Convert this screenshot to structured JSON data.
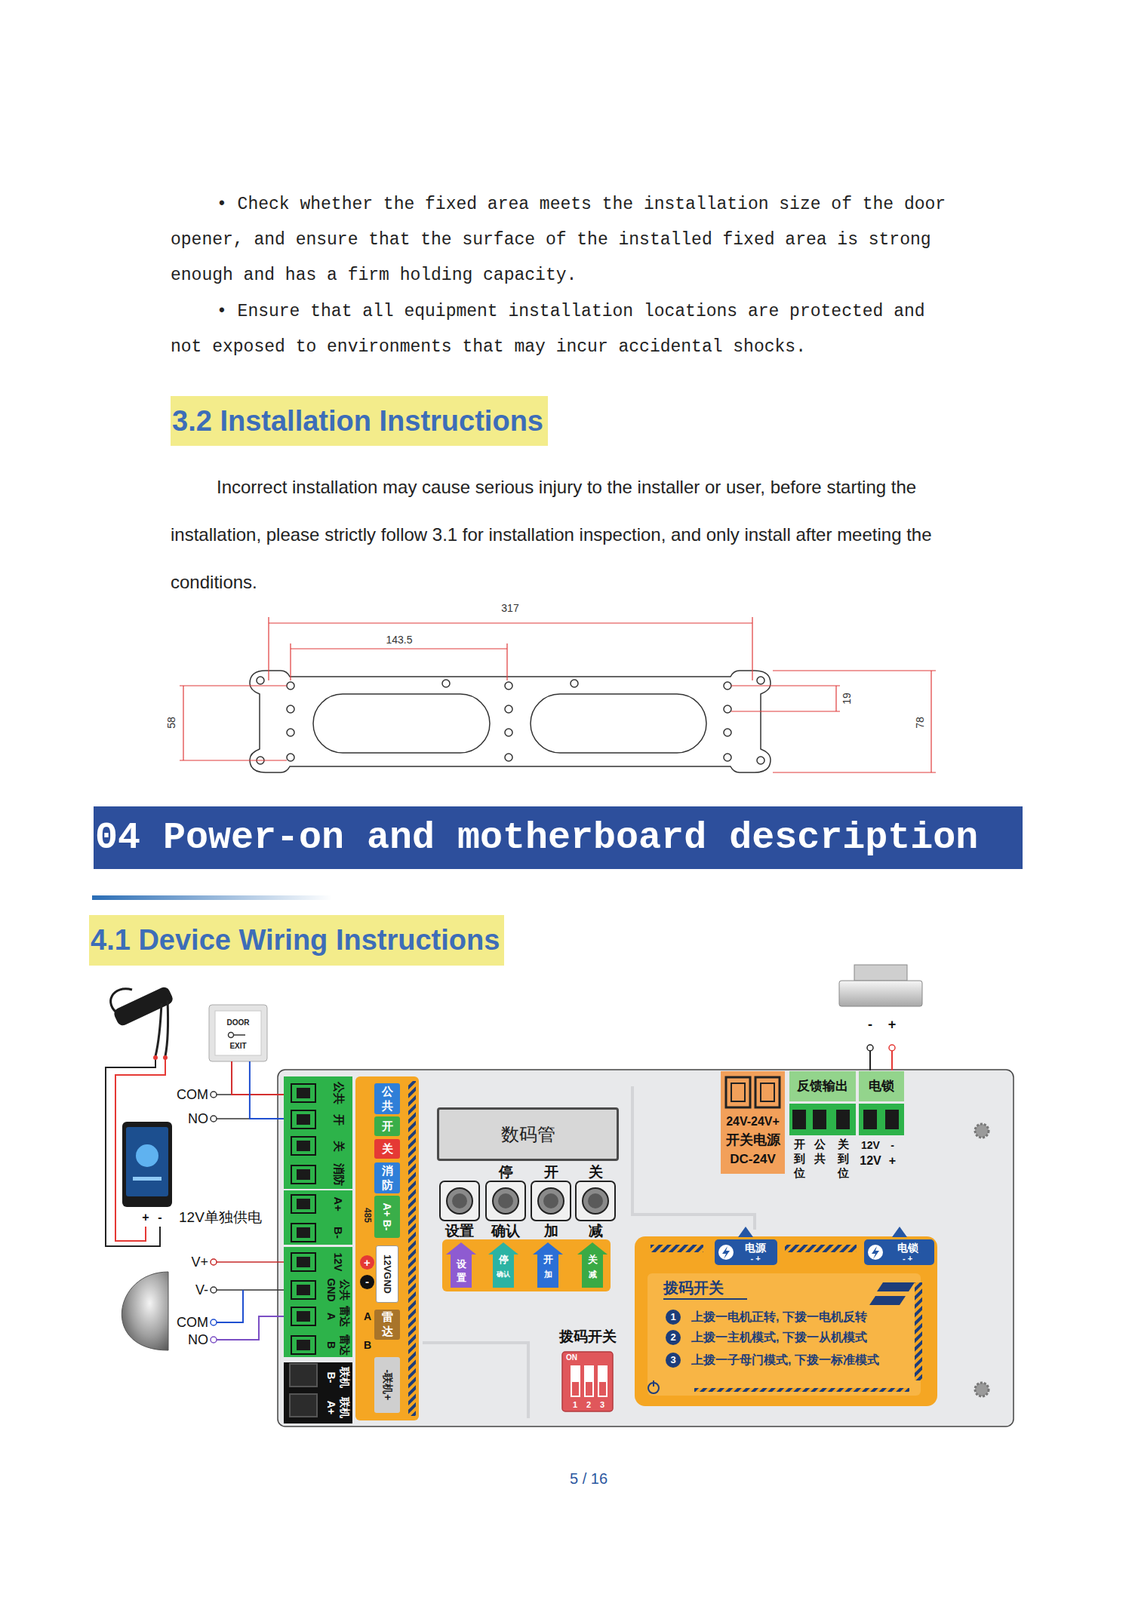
{
  "diagram": {
    "nodes": [
      {
        "text": [
          "3.2 Installation Instructions"
        ]
      },
      {
        "text": [
          "04 Power-on and motherboard description"
        ]
      },
      {
        "text": [
          "4.1 Device Wiring Instructions"
        ]
      },
      {
        "text": [
          "DOOR",
          "EXIT"
        ]
      },
      {
        "text": [
          "公共",
          "开",
          "关",
          "消防"
        ]
      },
      {
        "text": [
          "A+",
          "B-"
        ]
      },
      {
        "text": [
          "12V",
          "公共 GND",
          "雷达 A",
          "雷达 B"
        ]
      },
      {
        "text": [
          "联机 B-",
          "联机 A+"
        ]
      },
      {
        "text": [
          "公共"
        ]
      },
      {
        "text": [
          "开"
        ]
      },
      {
        "text": [
          "关"
        ]
      },
      {
        "text": [
          "消防"
        ]
      },
      {
        "text": [
          "A+ B-"
        ]
      },
      {
        "text": [
          "+"
        ]
      },
      {
        "text": [
          "-"
        ]
      },
      {
        "text": [
          "12VGND"
        ]
      },
      {
        "text": [
          "雷达"
        ]
      },
      {
        "text": [
          "-联机+"
        ]
      },
      {
        "text": [
          "数码管"
        ]
      },
      {
        "text": [
          "设置"
        ]
      },
      {
        "text": [
          "停",
          "确认"
        ]
      },
      {
        "text": [
          "开",
          "加"
        ]
      },
      {
        "text": [
          "关",
          "减"
        ]
      },
      {
        "text": [
          "设置"
        ]
      },
      {
        "text": [
          "停",
          "确认"
        ]
      },
      {
        "text": [
          "开",
          "加"
        ]
      },
      {
        "text": [
          "关",
          "减"
        ]
      },
      {
        "text": [
          "拨码开关",
          "ON",
          "1",
          "2",
          "3"
        ]
      },
      {
        "text": [
          "拨码开关",
          "上拨一电机正转, 下拨一电机反转",
          "上拨一主机模式, 下拨一从机模式",
          "上拨一子母门模式, 下拨一标准模式"
        ]
      },
      {
        "text": [
          "1"
        ],
        "in": 28
      },
      {
        "text": [
          "2"
        ],
        "in": 28
      },
      {
        "text": [
          "3"
        ],
        "in": 28
      },
      {
        "text": [
          "电源",
          "- +"
        ],
        "in": 28
      },
      {
        "text": [
          "电锁",
          "- +"
        ],
        "in": 28
      },
      {
        "text": [
          "24V-24V+",
          "开关电源",
          "DC-24V"
        ]
      },
      {
        "text": [
          "反馈输出",
          "开到位",
          "公共",
          "关到位"
        ]
      },
      {
        "text": [
          "电锁",
          "12V",
          "-",
          "12V",
          "+"
        ]
      }
    ],
    "edges": [
      {
        "from": 3,
        "to": 4,
        "arrow": "none"
      },
      {
        "from": 3,
        "to": 4,
        "arrow": "none"
      }
    ],
    "labels": [
      "• Check whether the fixed area meets the installation size of the door opener, and ensure that the surface of the installed fixed area is strong enough and has a firm holding capacity.",
      "• Ensure that all equipment installation locations are protected and not exposed to environments that may incur accidental shocks.",
      "Incorrect installation may cause serious injury to the installer or user, before starting the installation, please strictly follow 3.1 for installation inspection, and only install after meeting the conditions.",
      "317",
      "143.5",
      "58",
      "19",
      "78",
      "COM",
      "NO",
      "+",
      "-",
      "12V单独供电",
      "V+",
      "V-",
      "COM",
      "NO",
      "485",
      "A",
      "B",
      "-",
      "+",
      "5 / 16"
    ]
  }
}
